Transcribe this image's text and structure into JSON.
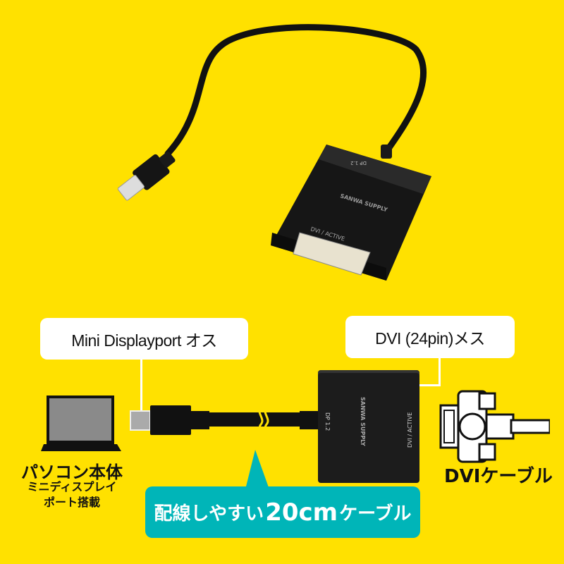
{
  "product_photo": {
    "port_label_top": "DP 1.2",
    "port_label_front": "DVI / ACTIVE",
    "brand_logo": "SANWA SUPPLY"
  },
  "labels": {
    "mini_dp": "Mini Displayport オス",
    "dvi": "DVI (24pin)メス"
  },
  "diagram": {
    "adapter_port_in": "DP 1.2",
    "adapter_port_out": "DVI / ACTIVE",
    "adapter_logo": "SANWA SUPPLY"
  },
  "pc": {
    "title": "パソコン本体",
    "sub_line1": "ミニディスプレイ",
    "sub_line2": "ポート搭載"
  },
  "dvi_cable_label": "DVIケーブル",
  "callout": {
    "prefix": "配線しやすい",
    "length": "20cm",
    "suffix": "ケーブル"
  },
  "colors": {
    "background": "#FFE100",
    "callout": "#00B5B8"
  }
}
